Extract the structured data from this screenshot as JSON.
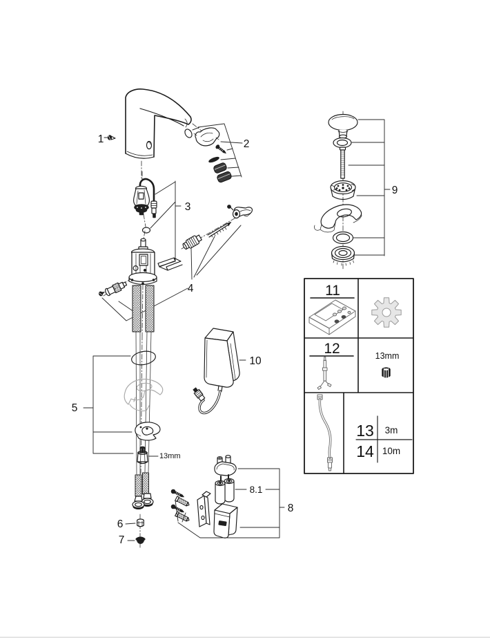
{
  "figure": {
    "type": "exploded-parts-diagram",
    "background": "#ffffff",
    "line_color": "#1a1a1a",
    "ghost_color": "#ababab",
    "accent_gray": "#e6e6e6"
  },
  "callouts": {
    "part1": "1",
    "part2": "2",
    "part3": "3",
    "part4": "4",
    "part5": "5",
    "part6": "6",
    "part7": "7",
    "part8": "8",
    "part8_sub": "8.1",
    "part9": "9",
    "part10": "10",
    "nut_size": "13mm"
  },
  "accessory_table": {
    "remote_cell": {
      "number": "11",
      "icon": "remote-control"
    },
    "gear_cell": {
      "icon": "gear"
    },
    "tool_cell": {
      "number": "12",
      "icon": "mounting-tool"
    },
    "socket_cell": {
      "size": "13mm",
      "icon": "socket-nut"
    },
    "cable_cell": {
      "icon": "extension-cable"
    },
    "cable_variants": [
      {
        "number": "13",
        "length": "3m"
      },
      {
        "number": "14",
        "length": "10m"
      }
    ]
  }
}
